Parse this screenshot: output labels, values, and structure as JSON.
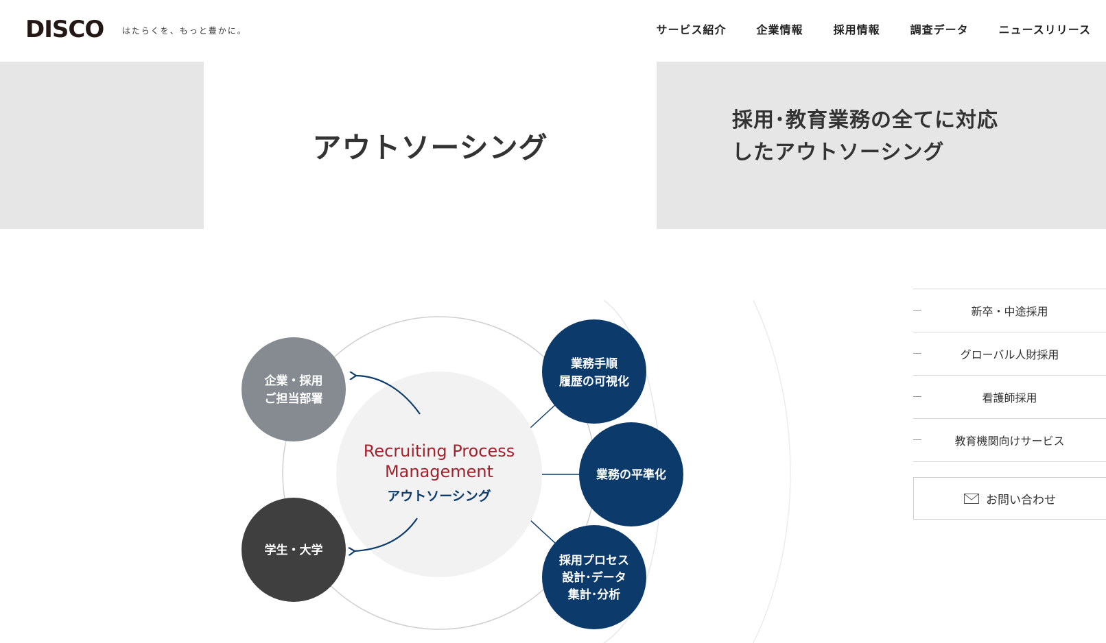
{
  "header": {
    "logo": "DISCO",
    "tagline": "はたらくを、もっと豊かに。",
    "nav": [
      "サービス紹介",
      "企業情報",
      "採用情報",
      "調査データ",
      "ニュースリリース"
    ]
  },
  "hero": {
    "title": "アウトソーシング",
    "subtitle_line1": "採用･教育業務の全てに対応",
    "subtitle_line2": "したアウトソーシング"
  },
  "diagram": {
    "center_en_line1": "Recruiting Process",
    "center_en_line2": "Management",
    "center_ja": "アウトソーシング",
    "left_top_line1": "企業・採用",
    "left_top_line2": "ご担当部署",
    "left_bottom": "学生・大学",
    "right_top_line1": "業務手順",
    "right_top_line2": "履歴の可視化",
    "right_mid": "業務の平準化",
    "right_bottom_line1": "採用プロセス",
    "right_bottom_line2": "設計･データ",
    "right_bottom_line3": "集計･分析",
    "colors": {
      "navy": "#0b3a6b",
      "gray": "#858b91",
      "dark": "#3f3f3f",
      "red": "#a2222e"
    }
  },
  "side_menu": {
    "items": [
      "新卒・中途採用",
      "グローバル人財採用",
      "看護師採用",
      "教育機関向けサービス"
    ],
    "contact": "お問い合わせ"
  }
}
